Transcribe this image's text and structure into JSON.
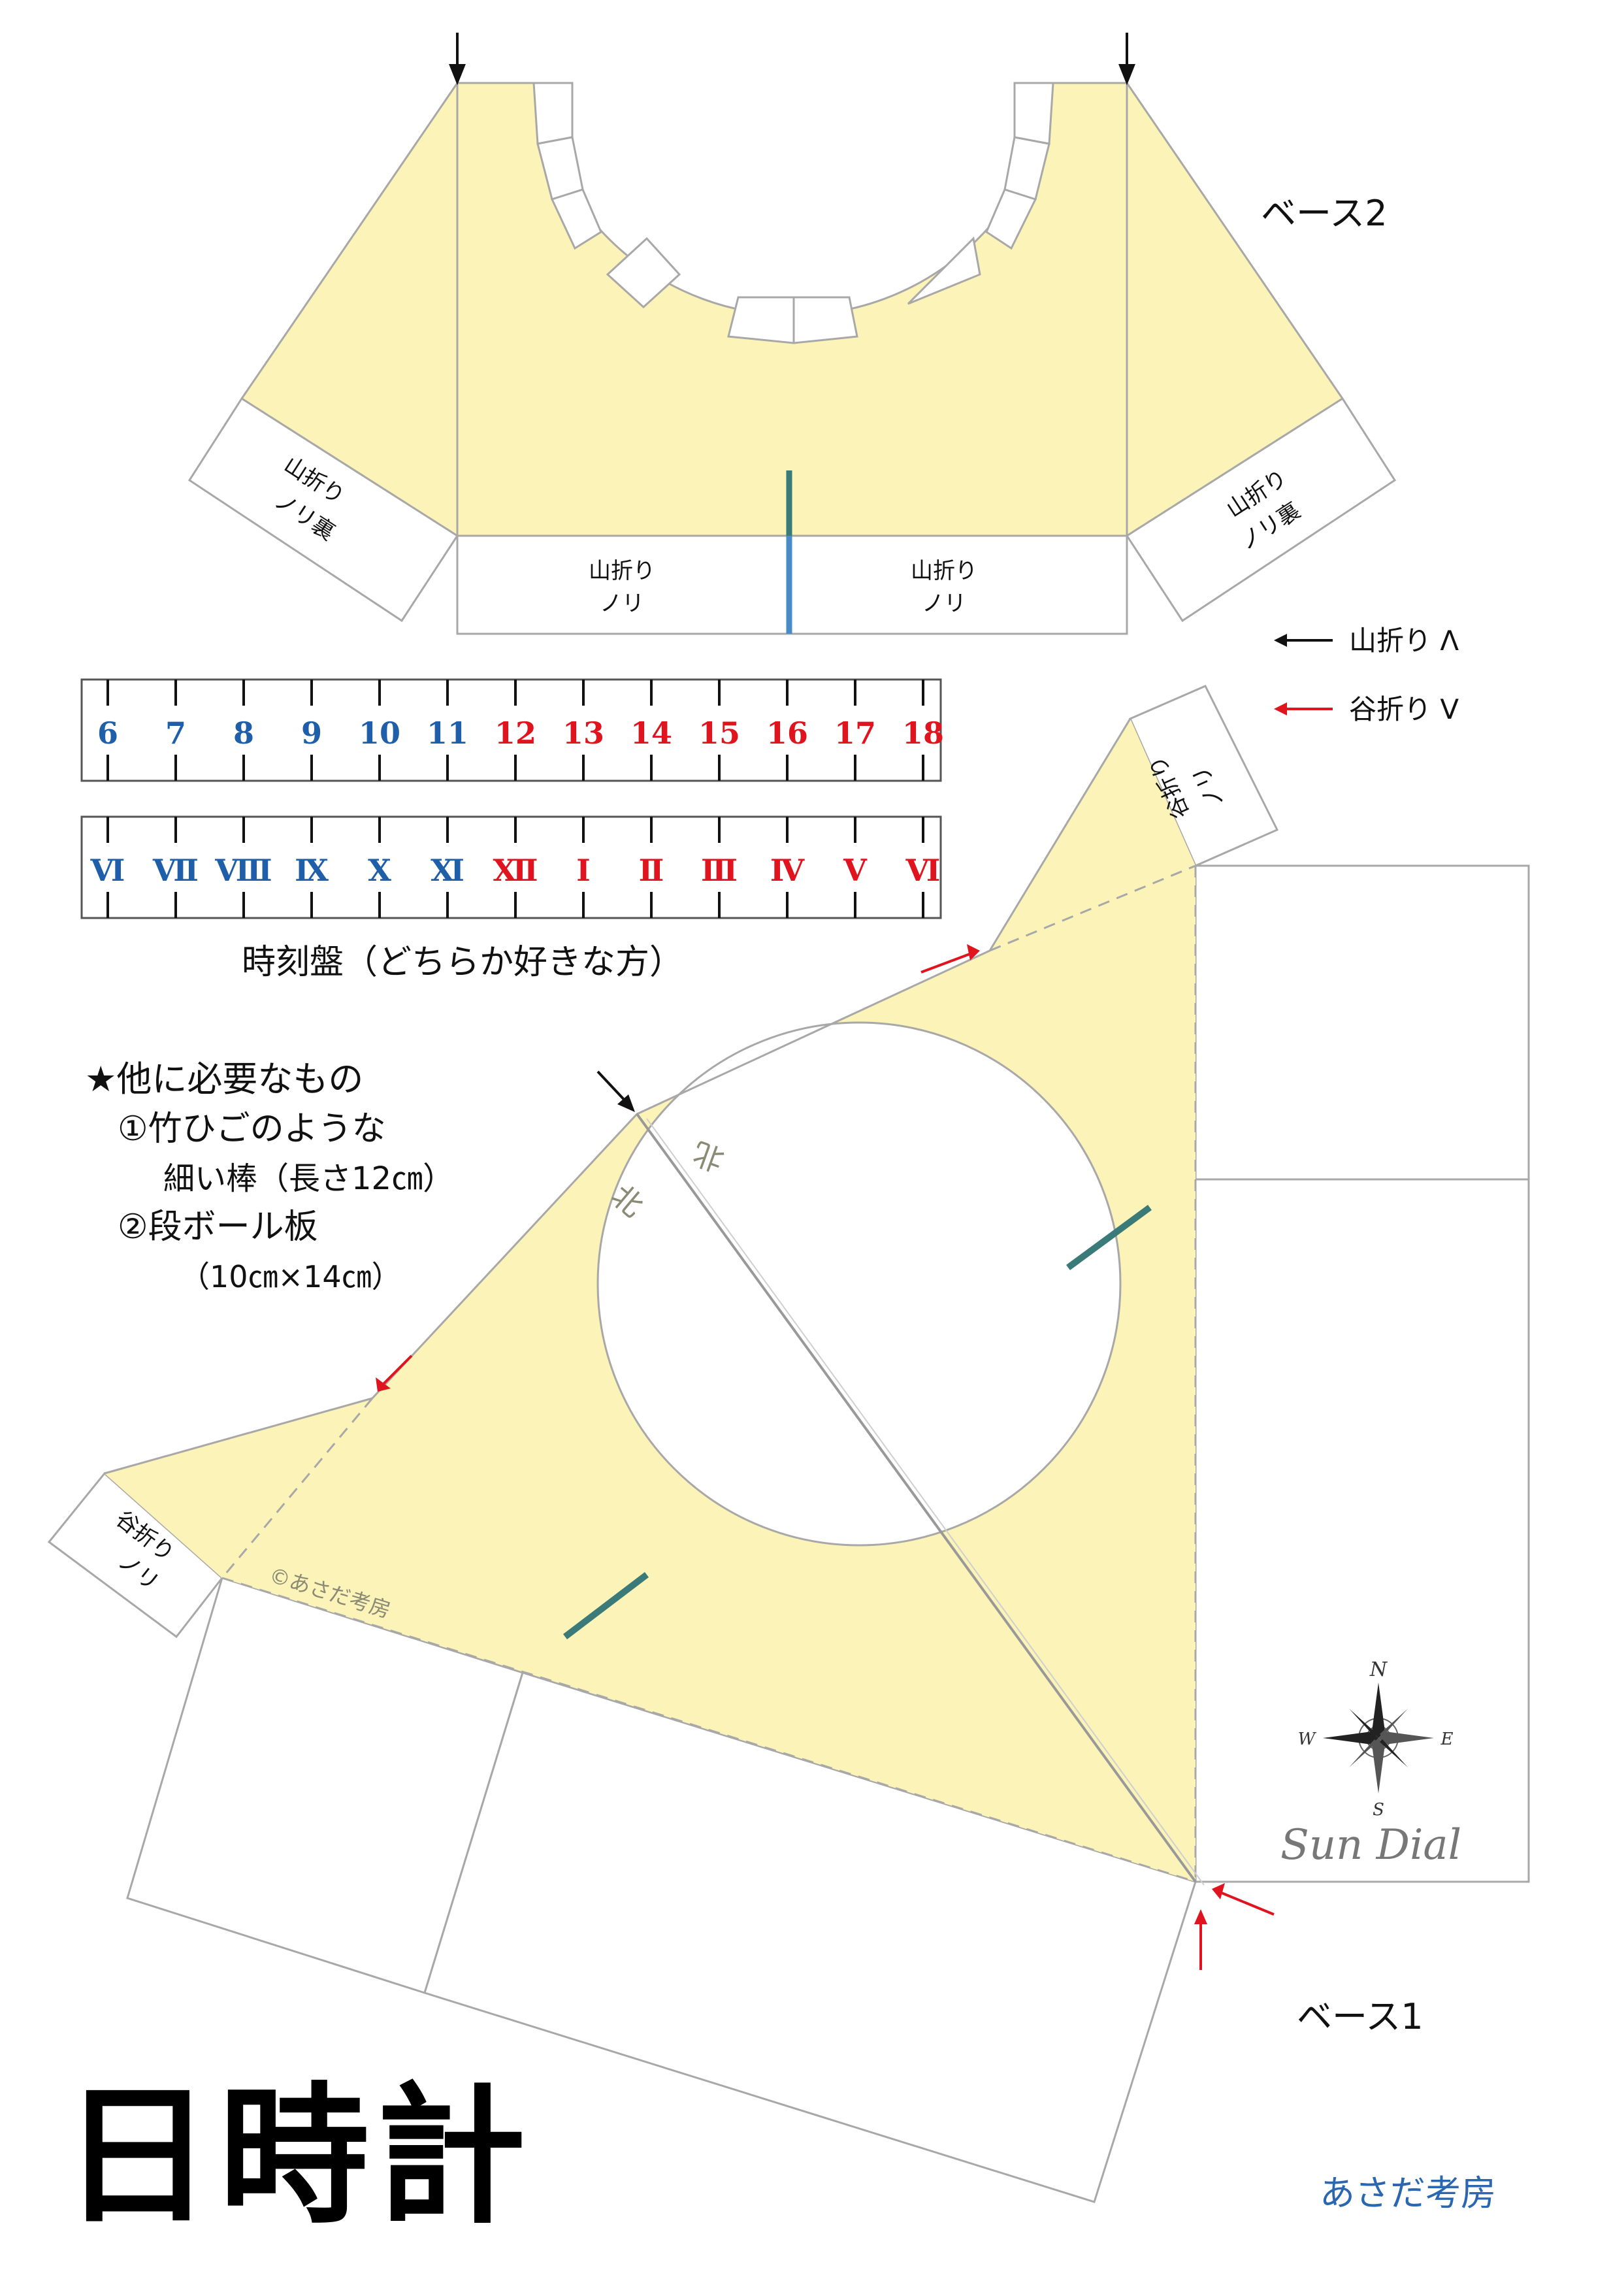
{
  "title": "日時計",
  "credit": "あさだ考房",
  "copyright": "©あさだ考房",
  "base2_label": "ベース2",
  "base1_label": "ベース1",
  "legend": {
    "mountain": "山折り Λ",
    "valley": "谷折り V"
  },
  "base2_tabs": {
    "left": [
      "山折り",
      "ノリ裏"
    ],
    "right": [
      "山折り",
      "ノリ裏"
    ],
    "bottom_left": [
      "山折り",
      "ノリ"
    ],
    "bottom_right": [
      "山折り",
      "ノリ"
    ]
  },
  "base1_tabs": {
    "top": [
      "谷折り",
      "ノリ"
    ],
    "left": [
      "谷折り",
      "ノリ"
    ]
  },
  "north_labels": [
    "北",
    "北"
  ],
  "dial_arabic": [
    "6",
    "7",
    "8",
    "9",
    "10",
    "11",
    "12",
    "13",
    "14",
    "15",
    "16",
    "17",
    "18"
  ],
  "dial_roman": [
    "Ⅵ",
    "Ⅶ",
    "Ⅷ",
    "Ⅸ",
    "Ⅹ",
    "Ⅺ",
    "Ⅻ",
    "Ⅰ",
    "Ⅱ",
    "Ⅲ",
    "Ⅳ",
    "Ⅴ",
    "Ⅵ"
  ],
  "dial_caption": "時刻盤（どちらか好きな方）",
  "notes": {
    "heading": "★他に必要なもの",
    "item1a": "①竹ひごのような",
    "item1b": "細い棒（長さ12㎝）",
    "item2a": "②段ボール板",
    "item2b": "（10㎝×14㎝）"
  },
  "compass": {
    "n": "N",
    "s": "S",
    "e": "E",
    "w": "W"
  },
  "sun_dial": "Sun Dial",
  "colors": {
    "paper_yellow": "#fbf3b7",
    "outline": "#a8a8a8",
    "blue_numbers": "#1f5ea8",
    "red_numbers": "#e0141e",
    "teal_slot": "#3a7a78",
    "blue_slot": "#4a8cc7",
    "credit_blue": "#2b67b0"
  }
}
